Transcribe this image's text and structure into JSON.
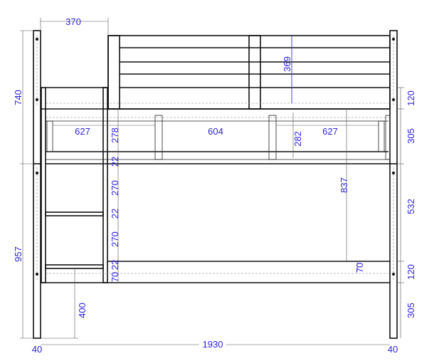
{
  "drawing": {
    "dimension_color": "#2f23d6",
    "line_color": "#111111",
    "dimensions": {
      "headboard_offset": "370",
      "upper_height": "740",
      "lower_height": "957",
      "drawer_left_width": "627",
      "drawer_middle_width": "604",
      "drawer_right_width": "627",
      "ladder_top_gap": "278",
      "rung_1": "22",
      "ladder_gap_1": "270",
      "rung_2": "22",
      "ladder_gap_2": "270",
      "rung_3": "22",
      "ladder_bottom": "70",
      "guard_height": "369",
      "drawer_height": "282",
      "clearance": "837",
      "lower_rail_offset": "70",
      "right_upper_rail": "120",
      "right_drawer": "305",
      "right_gap": "532",
      "right_lower_rail": "120",
      "right_leg": "305",
      "ladder_foot": "400",
      "total_length": "1930",
      "left_post_width": "40",
      "right_post_width": "40"
    }
  }
}
